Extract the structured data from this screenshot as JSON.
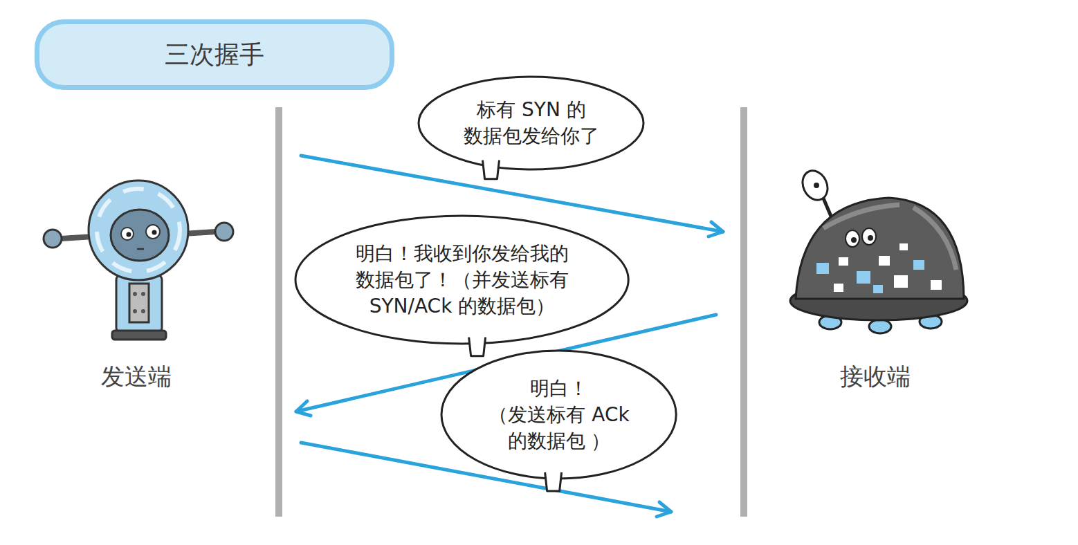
{
  "diagram": {
    "title": "三次握手",
    "nodes": [
      {
        "text": [
          "标有 SYN 的 数据包发给你了"
        ]
      },
      {
        "text": [
          "明白！我收到你发给我的 数据包了！（并发送标有 SYN/ACk 的数据包）"
        ]
      },
      {
        "text": [
          "明白！ （发送标有 ACk 的数据包 ）"
        ]
      }
    ],
    "labels": [
      "发送端",
      "接收端"
    ]
  }
}
